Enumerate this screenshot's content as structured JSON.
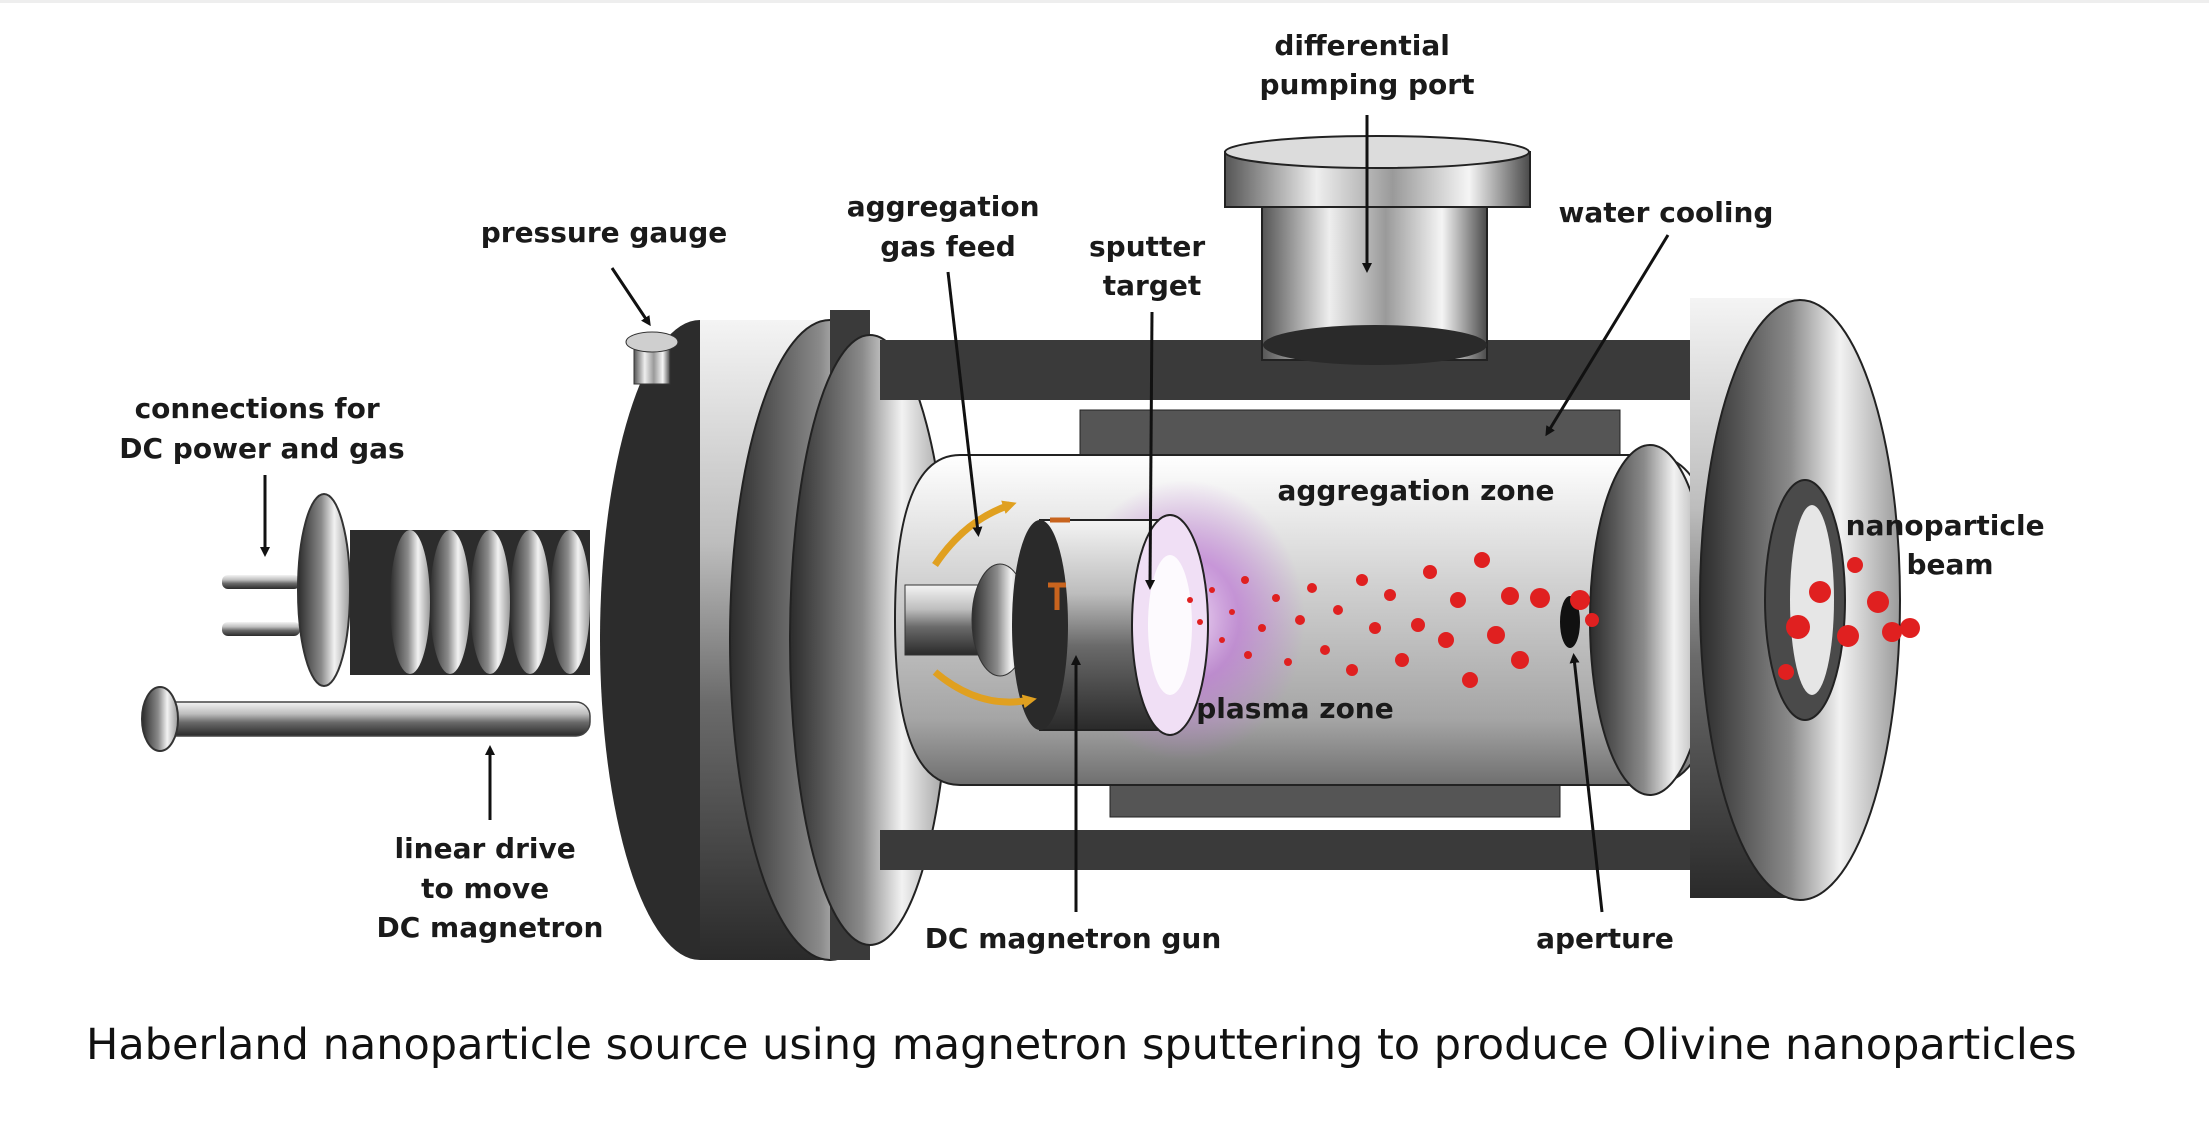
{
  "caption": "Haberland nanoparticle source using magnetron sputtering to produce Olivine nanoparticles",
  "labels": {
    "differential_pumping_port": [
      "differential",
      "pumping port"
    ],
    "pressure_gauge": [
      "pressure gauge"
    ],
    "aggregation_gas_feed": [
      "aggregation",
      "gas feed"
    ],
    "sputter_target": [
      "sputter",
      "target"
    ],
    "water_cooling": [
      "water cooling"
    ],
    "connections": [
      "connections for",
      "DC power and gas"
    ],
    "aggregation_zone": [
      "aggregation zone"
    ],
    "nanoparticle_beam": [
      "nanoparticle",
      "beam"
    ],
    "plasma_zone": [
      "plasma zone"
    ],
    "linear_drive": [
      "linear drive",
      "to move",
      "DC magnetron"
    ],
    "magnetron_gun": [
      "DC magnetron gun"
    ],
    "aperture": [
      "aperture"
    ]
  },
  "colors": {
    "metal_dark": "#3a3a3a",
    "metal_light": "#e8e8e8",
    "plasma": "#b060c8",
    "particles": "#e02020",
    "gas_arrows": "#e0a020",
    "copper": "#c8641e"
  }
}
